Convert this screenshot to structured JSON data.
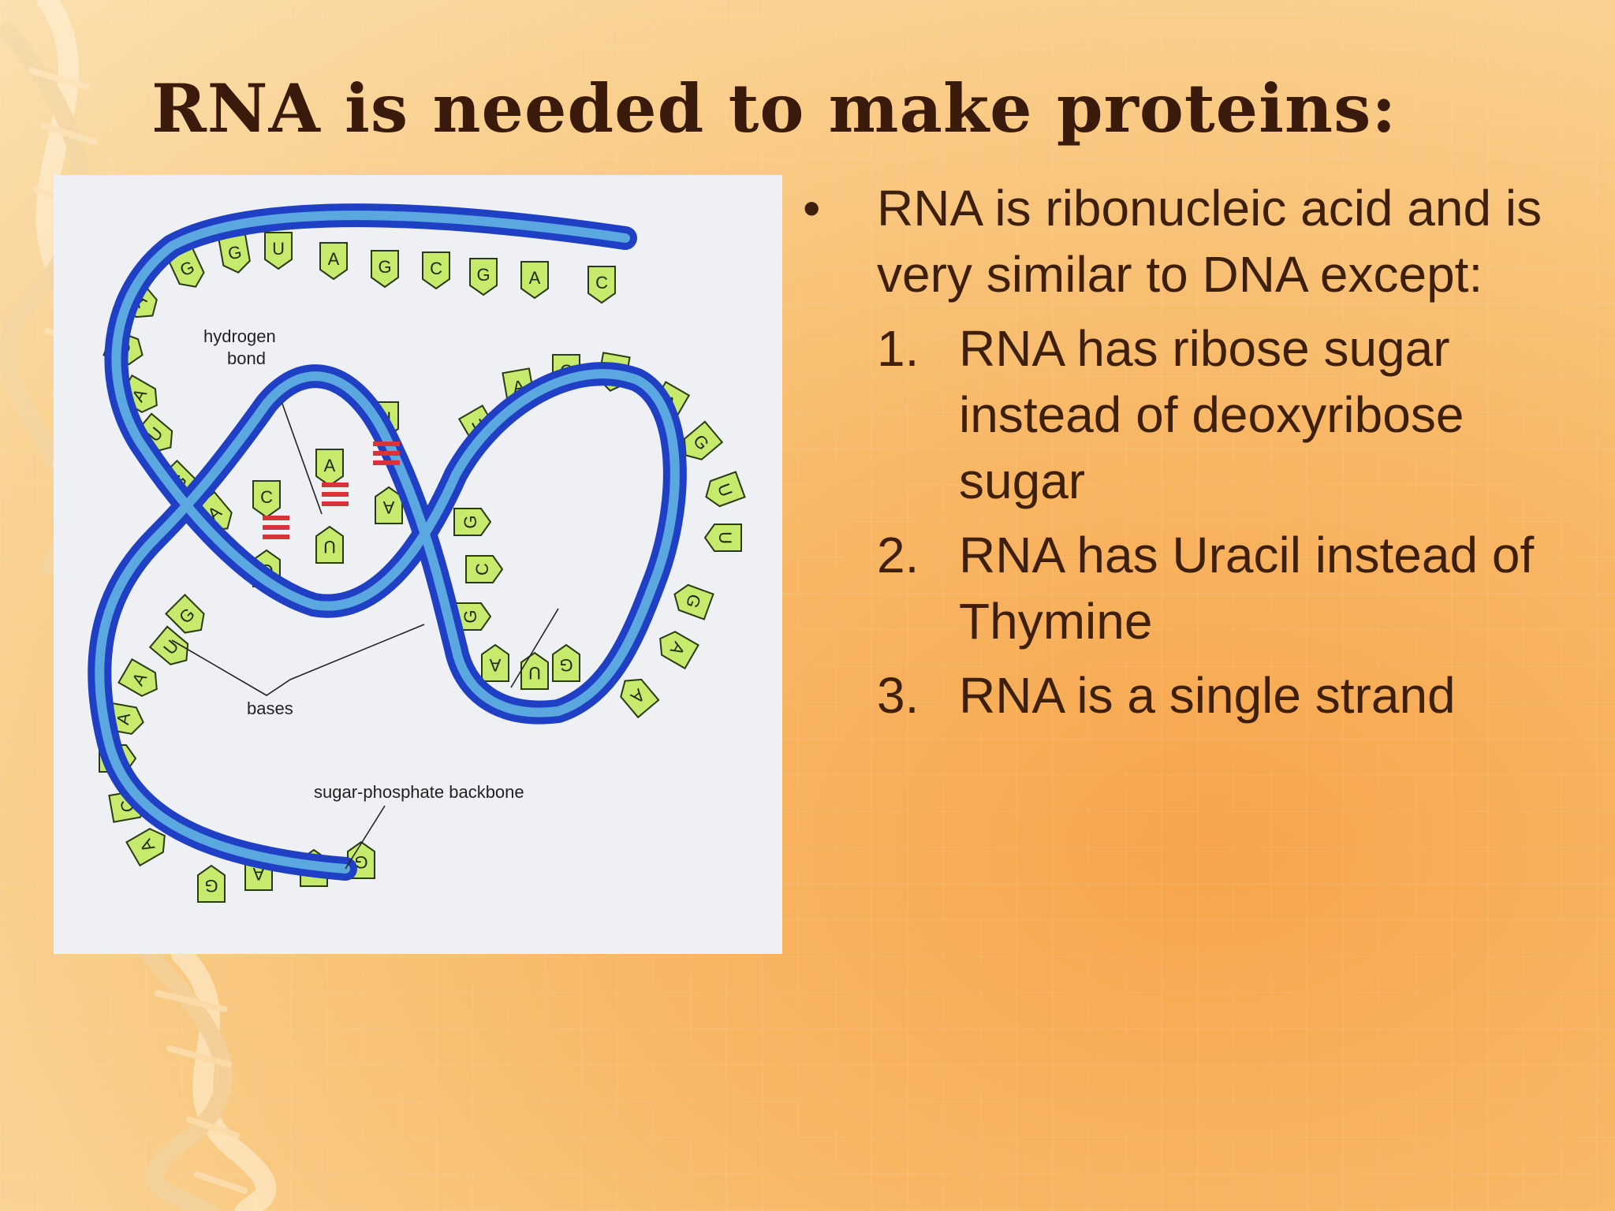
{
  "slide": {
    "title": "RNA is needed to make proteins:",
    "bullet_symbol": "•",
    "bullet_text": "RNA is ribonucleic acid and is very similar to DNA except:",
    "points": [
      {
        "number": "1.",
        "text": "RNA has ribose sugar instead of deoxyribose sugar"
      },
      {
        "number": "2.",
        "text": "RNA has Uracil instead of Thymine"
      },
      {
        "number": "3.",
        "text": "RNA is a single strand"
      }
    ]
  },
  "figure": {
    "labels": {
      "hydrogen_bond_line1": "hydrogen",
      "hydrogen_bond_line2": "bond",
      "bases": "bases",
      "backbone": "sugar-phosphate backbone"
    },
    "top_strand_bases": [
      "A",
      "G",
      "G",
      "U",
      "A",
      "G",
      "C",
      "G",
      "A",
      "C"
    ],
    "left_strand_bases": [
      "C",
      "A",
      "U",
      "G",
      "A"
    ],
    "stem_bases_top": [
      "C",
      "A",
      "U"
    ],
    "stem_bases_bottom": [
      "G",
      "U",
      "A"
    ],
    "right_loop_bases": [
      "U",
      "A",
      "C",
      "U",
      "A",
      "G",
      "U",
      "U",
      "G",
      "A",
      "A"
    ],
    "inner_loop_bases": [
      "G",
      "C",
      "G",
      "A",
      "U",
      "G"
    ],
    "lower_left_bases": [
      "G",
      "U",
      "A",
      "A",
      "C",
      "C",
      "A"
    ],
    "bottom_bases": [
      "G",
      "A",
      "C",
      "G"
    ],
    "colors": {
      "backbone_dark": "#1f3fc4",
      "backbone_light": "#5ba7e0",
      "base_fill": "#c6ea6c",
      "hbond": "#d8323a"
    }
  }
}
